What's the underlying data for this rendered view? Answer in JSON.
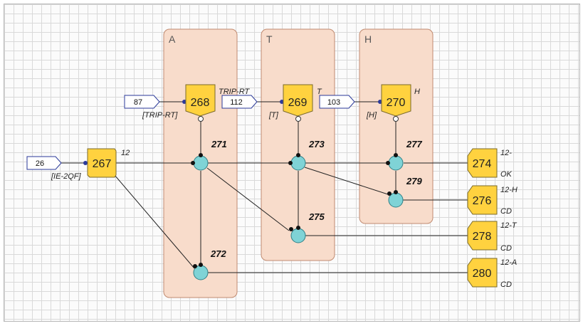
{
  "lanes": [
    {
      "id": "A",
      "label": "A"
    },
    {
      "id": "T",
      "label": "T"
    },
    {
      "id": "H",
      "label": "H"
    }
  ],
  "inputs": [
    {
      "id": "in26",
      "value": "26",
      "label": "[IE-2QF]"
    },
    {
      "id": "in87",
      "value": "87",
      "label": "[TRIP-RT]"
    },
    {
      "id": "in112",
      "value": "112",
      "label": "[T]"
    },
    {
      "id": "in103",
      "value": "103",
      "label": "[H]"
    }
  ],
  "blocks": [
    {
      "id": "b267",
      "number": "267",
      "note": "12"
    },
    {
      "id": "b268",
      "number": "268",
      "note": "TRIP-RT"
    },
    {
      "id": "b269",
      "number": "269",
      "note": "T"
    },
    {
      "id": "b270",
      "number": "270",
      "note": "H"
    }
  ],
  "nodes": [
    {
      "id": "n271",
      "label": "271"
    },
    {
      "id": "n272",
      "label": "272"
    },
    {
      "id": "n273",
      "label": "273"
    },
    {
      "id": "n275",
      "label": "275"
    },
    {
      "id": "n277",
      "label": "277"
    },
    {
      "id": "n279",
      "label": "279"
    }
  ],
  "outputs": [
    {
      "id": "o274",
      "number": "274",
      "top": "12-",
      "bottom": "OK"
    },
    {
      "id": "o276",
      "number": "276",
      "top": "12-H",
      "bottom": "CD"
    },
    {
      "id": "o278",
      "number": "278",
      "top": "12-T",
      "bottom": "CD"
    },
    {
      "id": "o280",
      "number": "280",
      "top": "12-A",
      "bottom": "CD"
    }
  ],
  "colors": {
    "lane_fill": "#f8dccb",
    "lane_stroke": "#c08a70",
    "block_fill": "#ffd23f",
    "block_stroke": "#7a6a2a",
    "node_fill": "#7fd3d6",
    "node_stroke": "#2f7f86",
    "input_stroke": "#2b3a9a",
    "wire": "#222222"
  }
}
